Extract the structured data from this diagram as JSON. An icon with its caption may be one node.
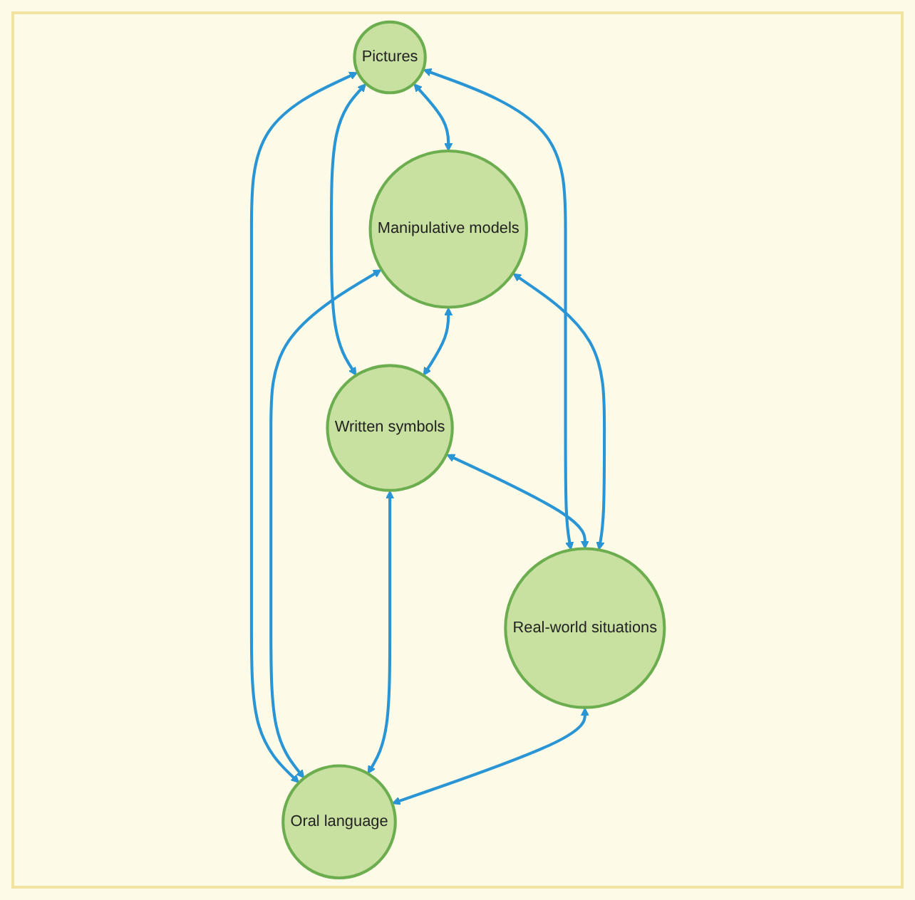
{
  "diagram": {
    "nodes": [
      {
        "text": [
          "Pictures"
        ]
      },
      {
        "text": [
          "Manipulative models"
        ]
      },
      {
        "text": [
          "Written symbols"
        ]
      },
      {
        "text": [
          "Real-world situations"
        ]
      },
      {
        "text": [
          "Oral language"
        ]
      }
    ],
    "edges": [
      {
        "from": 0,
        "to": 1,
        "arrow": "both"
      },
      {
        "from": 0,
        "to": 2,
        "arrow": "both"
      },
      {
        "from": 1,
        "to": 2,
        "arrow": "both"
      },
      {
        "from": 0,
        "to": 3,
        "arrow": "both"
      },
      {
        "from": 0,
        "to": 4,
        "arrow": "both"
      },
      {
        "from": 1,
        "to": 4,
        "arrow": "both"
      },
      {
        "from": 2,
        "to": 3,
        "arrow": "both"
      },
      {
        "from": 1,
        "to": 3,
        "arrow": "both"
      },
      {
        "from": 2,
        "to": 4,
        "arrow": "both"
      },
      {
        "from": 3,
        "to": 4,
        "arrow": "both"
      }
    ]
  }
}
